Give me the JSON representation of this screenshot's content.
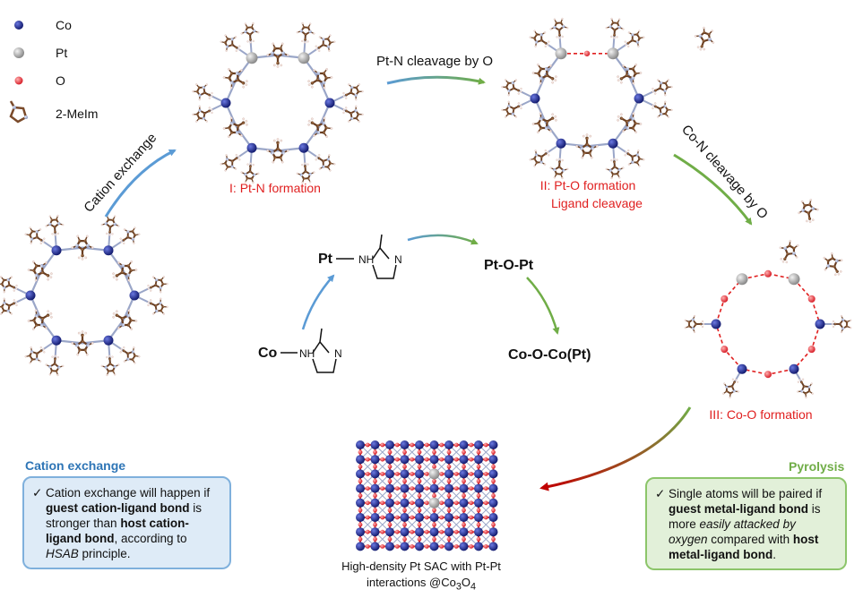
{
  "legend": {
    "co_label": "Co",
    "pt_label": "Pt",
    "o_label": "O",
    "memim_label": "2-MeIm"
  },
  "colors": {
    "co": "#1f2a8c",
    "pt": "#a8a8a8",
    "o": "#e8303a",
    "carbon": "#7a4a2a",
    "nitrogen": "#9aa6c8",
    "hydrogen": "#f0e6e0",
    "caption_red": "#e02020",
    "blue_arrow": "#5b9bd5",
    "green_arrow": "#70ad47",
    "dark_red_arrow": "#c00000",
    "blue_box_fill": "#deebf7",
    "green_box_fill": "#e2f0d9"
  },
  "steps": {
    "cation_exchange_arrow": "Cation exchange",
    "pt_n_cleavage_arrow": "Pt-N cleavage by O",
    "co_n_cleavage_arrow": "Co-N cleavage by O",
    "stage1_caption": "I: Pt-N formation",
    "stage2_caption_line1": "II: Pt-O formation",
    "stage2_caption_line2": "Ligand cleavage",
    "stage3_caption": "III: Co-O formation"
  },
  "scheme": {
    "pt_label": "Pt",
    "co_label": "Co",
    "nh_label": "NH",
    "n_label": "N",
    "pt_o_pt": "Pt-O-Pt",
    "co_o_co": "Co-O-Co(Pt)"
  },
  "notes": {
    "cation_title": "Cation exchange",
    "cation_check": "✓",
    "cation_t1": "Cation exchange will happen if ",
    "cation_b1": "guest cation-ligand bond",
    "cation_t2": " is stronger than ",
    "cation_b2": "host cation-ligand bond",
    "cation_t3": ", according to ",
    "cation_i1": "HSAB",
    "cation_t4": " principle.",
    "pyro_title": "Pyrolysis",
    "pyro_check": "✓",
    "pyro_t1": "Single atoms will be paired if ",
    "pyro_b1": "guest metal-ligand bond",
    "pyro_t2": " is more ",
    "pyro_i1": "easily attacked by oxygen",
    "pyro_t3": " compared with ",
    "pyro_b2": "host metal-ligand bond",
    "pyro_t4": "."
  },
  "product": {
    "caption_line1": "High-density Pt SAC with Pt-Pt",
    "caption_line2_prefix": "interactions @Co",
    "sub3": "3",
    "o_letter": "O",
    "sub4": "4"
  }
}
